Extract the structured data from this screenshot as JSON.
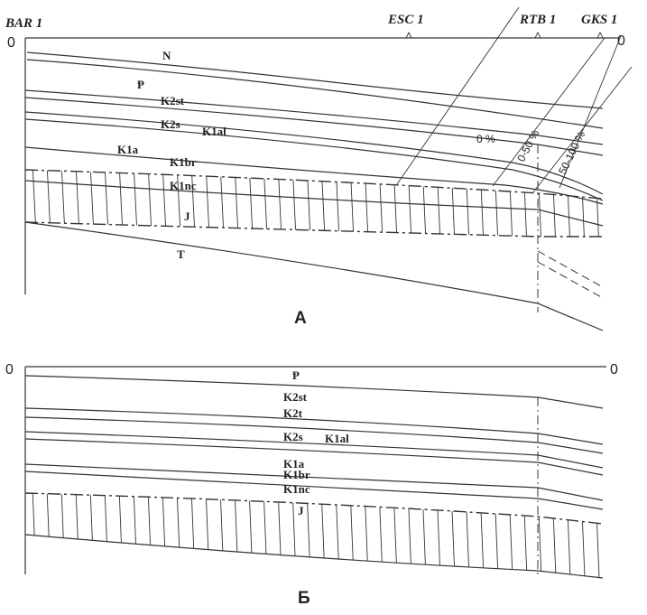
{
  "panel_a": {
    "wells": [
      "BAR 1",
      "ESC 1",
      "RTB 1",
      "GKS 1"
    ],
    "zero_left": "0",
    "zero_right": "0",
    "percent_labels": [
      "0 %",
      "0-50 %",
      "50-100 %"
    ],
    "units": [
      "N",
      "Ᵽ",
      "K2st",
      "K2s",
      "K1al",
      "K1a",
      "K1br",
      "K1nc",
      "J",
      "T"
    ],
    "caption": "A"
  },
  "panel_b": {
    "zero_left": "0",
    "zero_right": "0",
    "units": [
      "Ᵽ",
      "K2st",
      "K2t",
      "K2s",
      "K1al",
      "K1a",
      "K1br",
      "K1nc",
      "J"
    ],
    "caption": "Б"
  }
}
